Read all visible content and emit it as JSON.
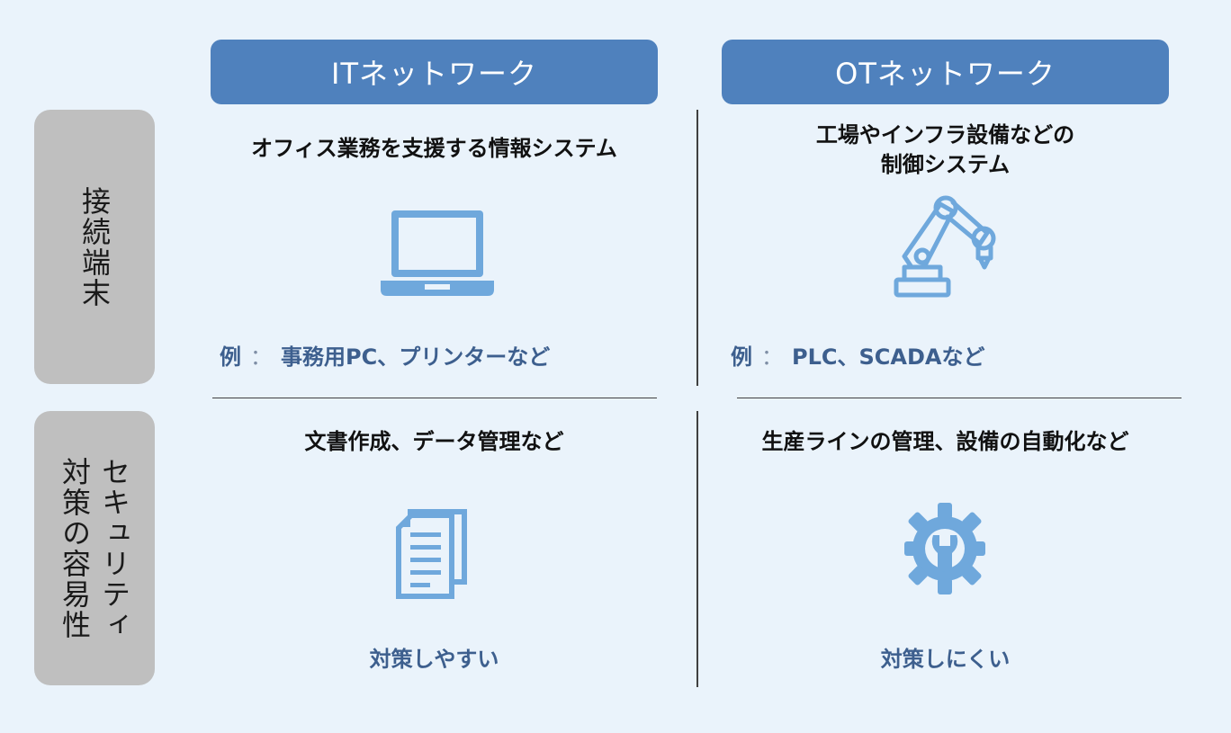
{
  "columns": {
    "it": "ITネットワーク",
    "ot": "OTネットワーク"
  },
  "rows": {
    "devices": "接続端末",
    "security": "セキュリティ\n対策の容易性"
  },
  "devices": {
    "it": {
      "heading": "オフィス業務を支援する情報システム",
      "example_prefix": "例",
      "example_sep": "：",
      "example_text": "事務用PC、プリンターなど",
      "icon": "laptop-icon"
    },
    "ot": {
      "heading": "工場やインフラ設備などの\n制御システム",
      "example_prefix": "例",
      "example_sep": "：",
      "example_text": "PLC、SCADAなど",
      "icon": "robot-arm-icon"
    }
  },
  "security": {
    "it": {
      "heading": "文書作成、データ管理など",
      "result": "対策しやすい",
      "icon": "document-icon"
    },
    "ot": {
      "heading": "生産ラインの管理、設備の自動化など",
      "result": "対策しにくい",
      "icon": "gear-wrench-icon"
    }
  },
  "colors": {
    "header": "#4f81bd",
    "row_label": "#bfbfbf",
    "icon": "#6fa8dc",
    "accent_text": "#3d5f8e",
    "background": "#eaf3fb"
  }
}
